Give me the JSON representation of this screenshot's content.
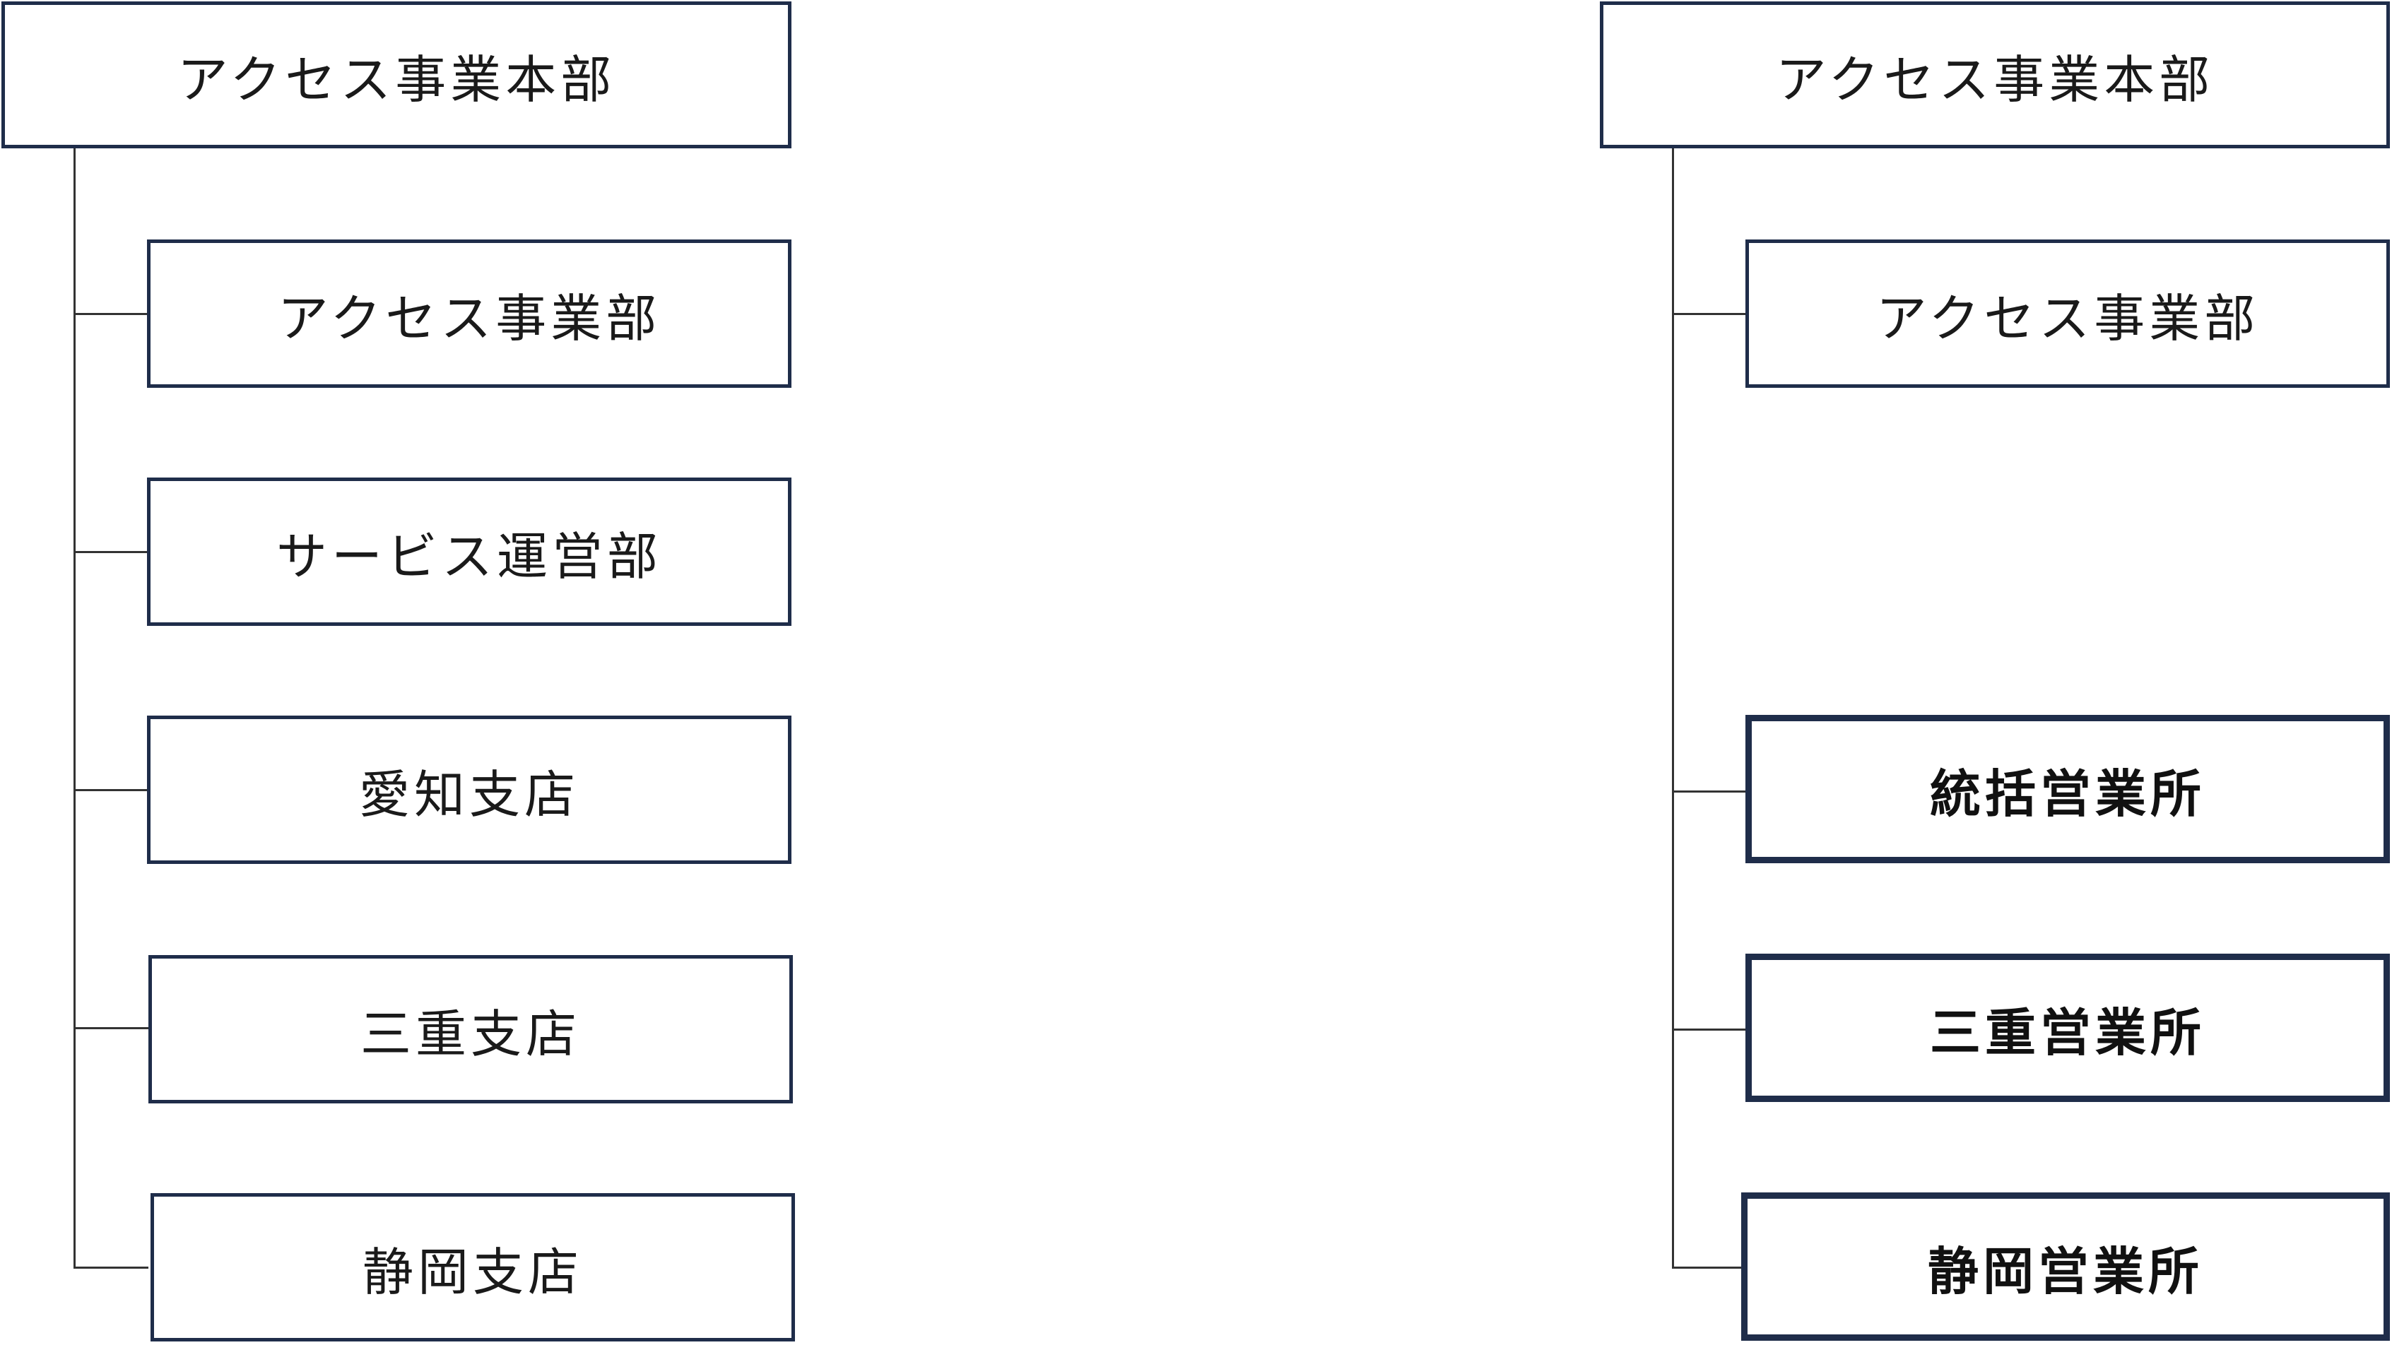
{
  "left_chart": {
    "root": "アクセス事業本部",
    "children": [
      "アクセス事業部",
      "サービス運営部",
      "愛知支店",
      "三重支店",
      "静岡支店"
    ]
  },
  "right_chart": {
    "root": "アクセス事業本部",
    "children": [
      "アクセス事業部",
      "統括営業所",
      "三重営業所",
      "静岡営業所"
    ]
  },
  "colors": {
    "box_border": "#1f2d4a",
    "connector": "#333333",
    "background": "#ffffff"
  }
}
